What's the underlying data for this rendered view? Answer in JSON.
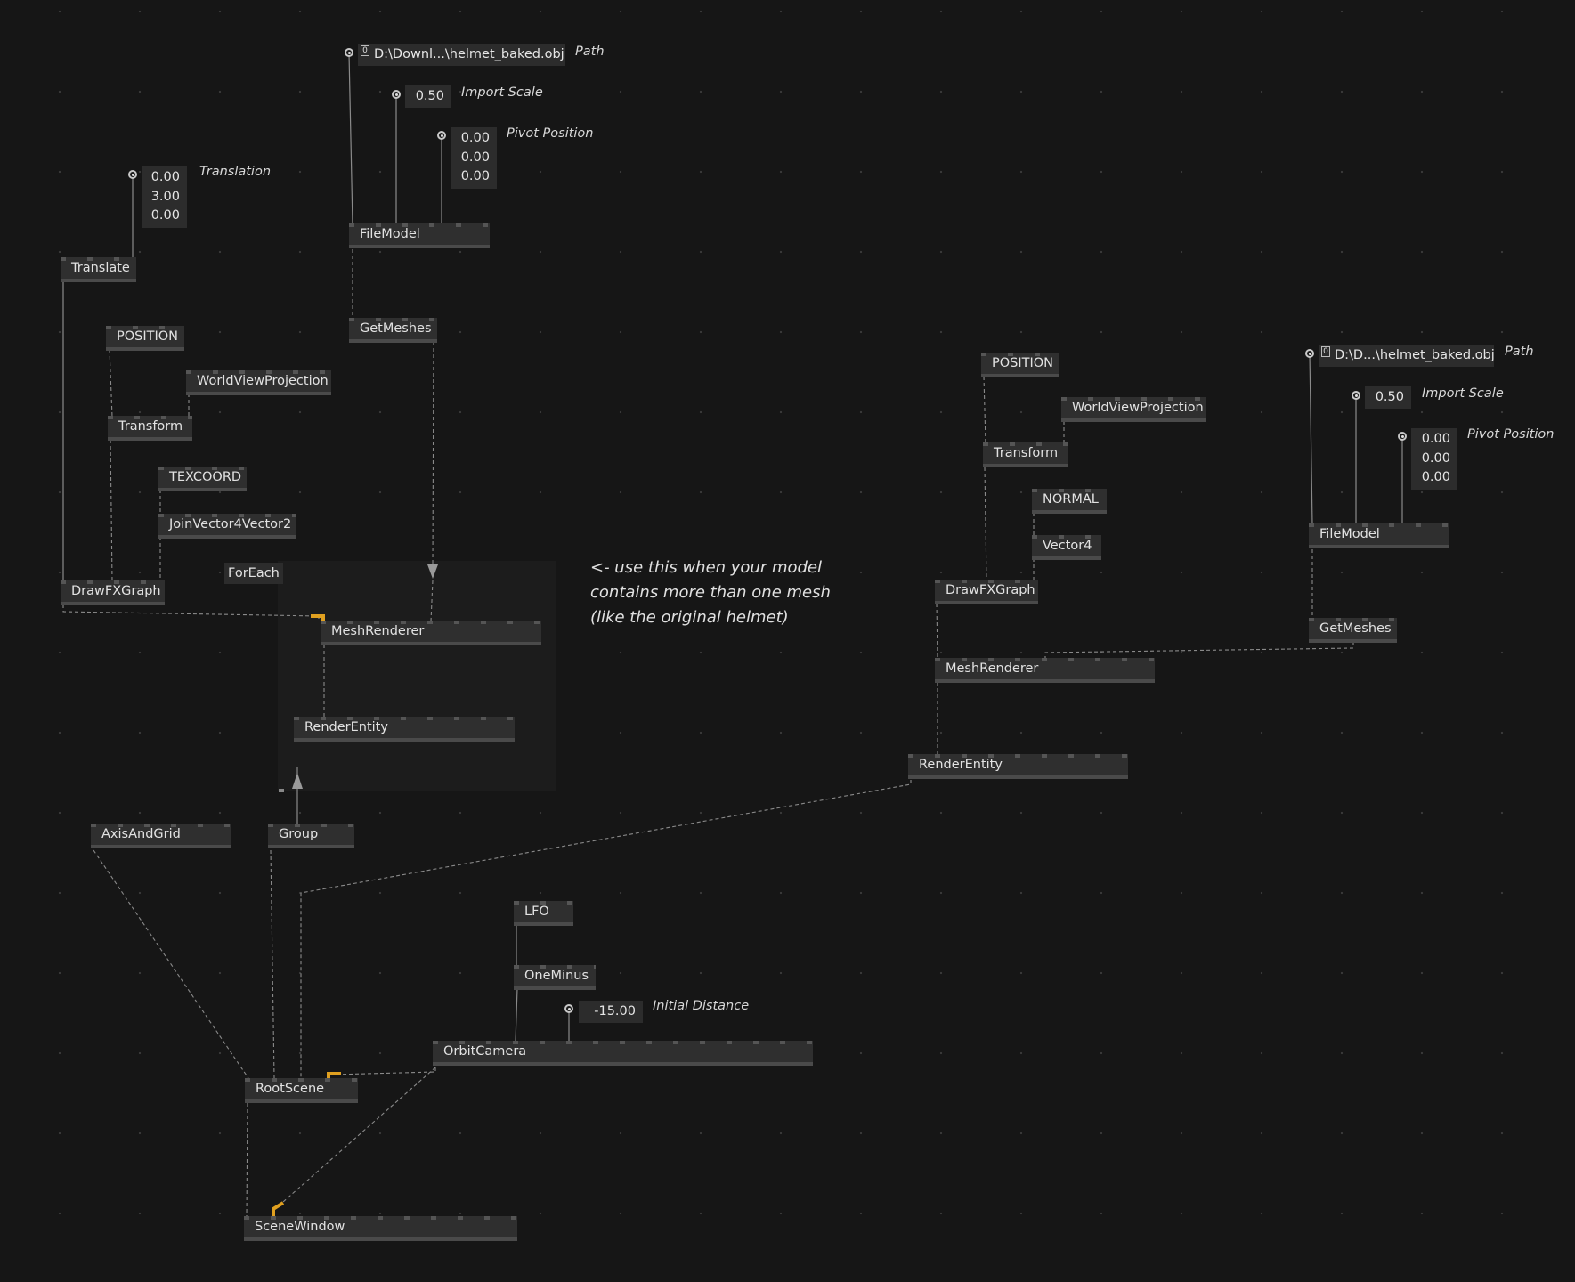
{
  "nodes": {
    "translate": "Translate",
    "position_left": "POSITION",
    "wvp_left": "WorldViewProjection",
    "transform_left": "Transform",
    "texcoord": "TEXCOORD",
    "joinvector": "JoinVector4Vector2",
    "drawfx_left": "DrawFXGraph",
    "filemodel_left": "FileModel",
    "getmeshes_left": "GetMeshes",
    "foreach": "ForEach",
    "meshrenderer_left": "MeshRenderer",
    "renderentity_left": "RenderEntity",
    "axisandgrid": "AxisAndGrid",
    "group": "Group",
    "lfo": "LFO",
    "oneminus": "OneMinus",
    "orbitcamera": "OrbitCamera",
    "rootscene": "RootScene",
    "scenewindow": "SceneWindow",
    "position_right": "POSITION",
    "wvp_right": "WorldViewProjection",
    "transform_right": "Transform",
    "normal": "NORMAL",
    "vector4": "Vector4",
    "drawfx_right": "DrawFXGraph",
    "meshrenderer_right": "MeshRenderer",
    "renderentity_right": "RenderEntity",
    "filemodel_right": "FileModel",
    "getmeshes_right": "GetMeshes"
  },
  "params": {
    "translation": {
      "label": "Translation",
      "values": [
        "0.00",
        "3.00",
        "0.00"
      ]
    },
    "path_left": {
      "label": "Path",
      "tag": "0",
      "value": "D:\\Downl...\\helmet_baked.obj"
    },
    "import_scale_left": {
      "label": "Import Scale",
      "value": "0.50"
    },
    "pivot_left": {
      "label": "Pivot Position",
      "values": [
        "0.00",
        "0.00",
        "0.00"
      ]
    },
    "initial_distance": {
      "label": "Initial Distance",
      "value": "-15.00"
    },
    "path_right": {
      "label": "Path",
      "tag": "0",
      "value": "D:\\D...\\helmet_baked.obj"
    },
    "import_scale_right": {
      "label": "Import Scale",
      "value": "0.50"
    },
    "pivot_right": {
      "label": "Pivot Position",
      "values": [
        "0.00",
        "0.00",
        "0.00"
      ]
    }
  },
  "comment": {
    "line1": "<- use this when your model",
    "line2": "contains more than one mesh",
    "line3": "(like the original helmet)"
  },
  "colors": {
    "background": "#161616",
    "node": "#2f2f2f",
    "wire": "#9a9a9a",
    "highlight_link": "#e0a020"
  }
}
